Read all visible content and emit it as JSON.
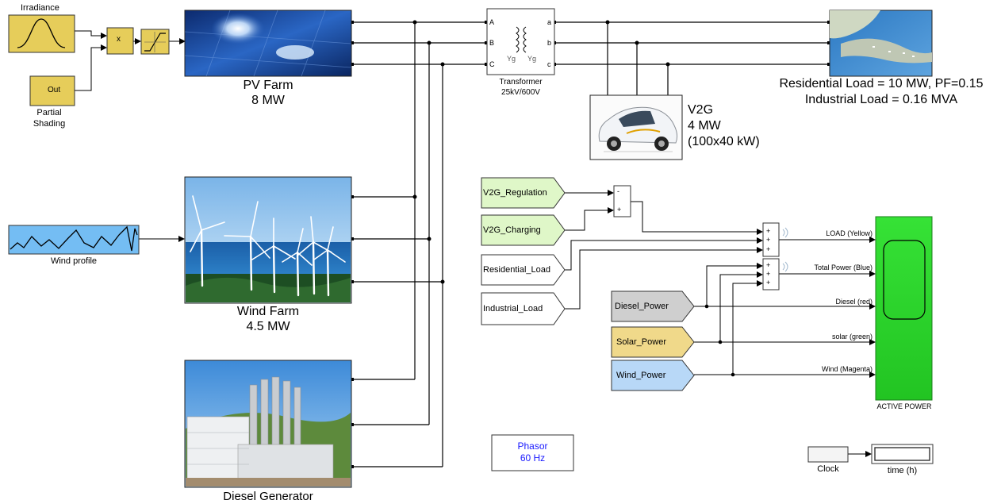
{
  "irradiance": {
    "label": "Irradiance"
  },
  "partial_shading": {
    "port": "Out",
    "label_line1": "Partial",
    "label_line2": "Shading"
  },
  "product_block": {
    "symbol": "x"
  },
  "pv_farm": {
    "name": "PV Farm",
    "rating": "8 MW"
  },
  "wind_profile": {
    "label": "Wind profile"
  },
  "wind_farm": {
    "name": "Wind Farm",
    "rating": "4.5 MW"
  },
  "diesel_generator": {
    "name": "Diesel Generator"
  },
  "transformer": {
    "name": "Transformer",
    "rating": "25kV/600V",
    "ports_left": [
      "A",
      "B",
      "C"
    ],
    "ports_right": [
      "a",
      "b",
      "c"
    ],
    "winding_left": "Yg",
    "winding_right": "Yg"
  },
  "loads": {
    "residential": "Residential Load = 10 MW, PF=0.15",
    "industrial": "Industrial Load = 0.16 MVA"
  },
  "v2g": {
    "name": "V2G",
    "rating": "4 MW",
    "detail": "(100x40 kW)"
  },
  "signals": {
    "v2g_regulation": "V2G_Regulation",
    "v2g_charging": "V2G_Charging",
    "residential_load": "Residential_Load",
    "industrial_load": "Industrial_Load",
    "diesel_power": "Diesel_Power",
    "solar_power": "Solar_Power",
    "wind_power": "Wind_Power"
  },
  "sum_signs": {
    "sum1": [
      "-",
      "+"
    ],
    "sum2": [
      "+",
      "+",
      "+"
    ],
    "sum3": [
      "+",
      "+",
      "+"
    ]
  },
  "scope": {
    "name": "ACTIVE POWER",
    "inputs": [
      "LOAD (Yellow)",
      "Total Power (Blue)",
      "Diesel (red)",
      "solar (green)",
      "Wind (Magenta)"
    ]
  },
  "powergui": {
    "line1": "Phasor",
    "line2": "60 Hz"
  },
  "clock": {
    "label": "Clock"
  },
  "display": {
    "label": "time (h)"
  },
  "colors": {
    "block_yellow": "#e6cd5a",
    "scope_green": "#2ddb2d",
    "diesel_gray": "#cfcfcf",
    "solar_gold": "#f0d98a",
    "wind_blue": "#b8d8f7",
    "tag_green": "#dff7c8",
    "powergui_blue": "#1a1aff"
  }
}
